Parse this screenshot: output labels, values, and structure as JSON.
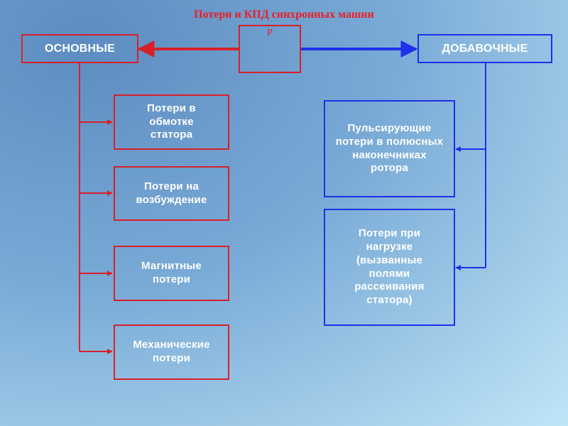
{
  "title": "Потери и КПД синхронных машин",
  "center_label": "Р",
  "left": {
    "header": "ОСНОВНЫЕ",
    "items": [
      "Потери в обмотке статора",
      "Потери на возбуждение",
      "Магнитные потери",
      "Механические потери"
    ]
  },
  "right": {
    "header": "ДОБАВОЧНЫЕ",
    "items": [
      "Пульсирующие потери в полюсных наконечниках ротора",
      "Потери при нагрузке (вызванные полями рассеивания статора)"
    ]
  },
  "colors": {
    "red": "#d8202a",
    "blue": "#1e30e8"
  }
}
